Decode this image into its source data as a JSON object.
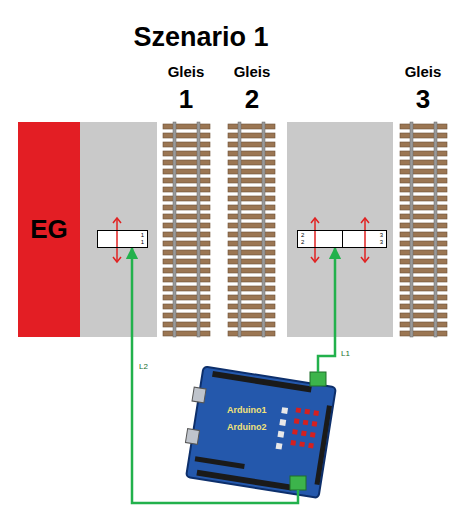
{
  "diagram": {
    "title": "Szenario 1",
    "nodes": [
      {
        "text": [
          "EG"
        ]
      },
      {
        "text": [
          "1",
          "1"
        ]
      },
      {
        "text": [
          "2",
          "2"
        ]
      },
      {
        "text": [
          "3",
          "3"
        ]
      },
      {
        "text": [
          "Arduino1",
          "Arduino2"
        ]
      }
    ],
    "edges": [
      {
        "from": 4,
        "to": 2,
        "arrow": "to",
        "label": "L1"
      },
      {
        "from": 4,
        "to": 1,
        "arrow": "to",
        "label": "L2"
      }
    ],
    "labels": [
      "Gleis",
      "1",
      "Gleis",
      "2",
      "Gleis",
      "3"
    ]
  }
}
